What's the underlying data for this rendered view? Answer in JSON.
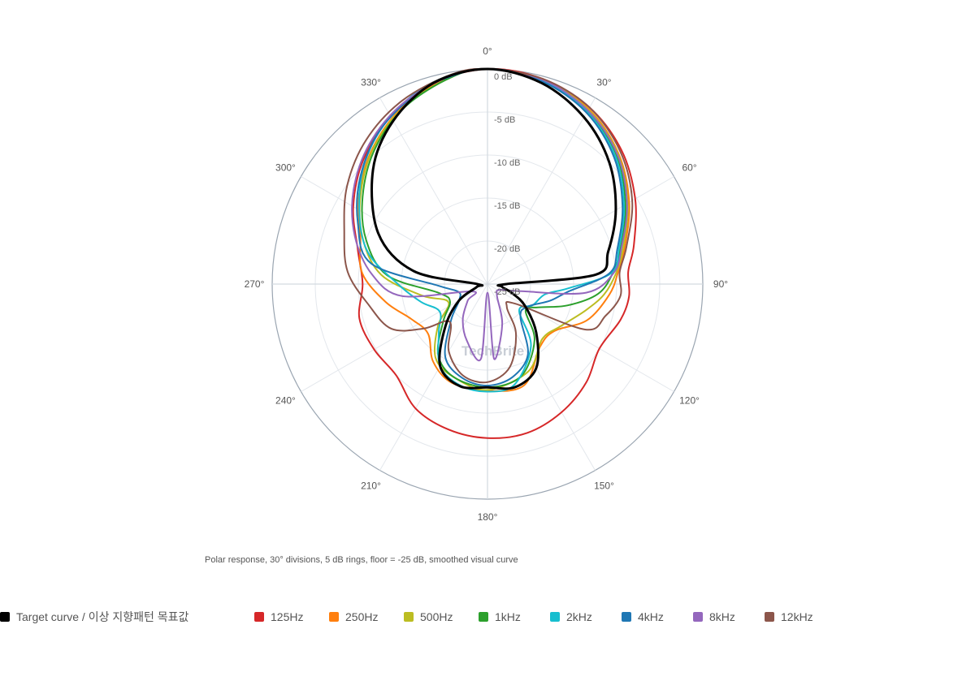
{
  "chart_data": {
    "type": "polar-line",
    "angle_ticks": [
      "0°",
      "30°",
      "60°",
      "90°",
      "120°",
      "150°",
      "180°",
      "210°",
      "240°",
      "270°",
      "300°",
      "330°"
    ],
    "radial_ticks": [
      0,
      -5,
      -10,
      -15,
      -20,
      -25
    ],
    "radial_tick_labels": [
      "0 dB",
      "-5 dB",
      "-10 dB",
      "-15 dB",
      "-20 dB",
      "-25 dB"
    ],
    "rlim": [
      -25,
      0
    ],
    "angle_step": 30,
    "grid": true,
    "note": "Polar response, 30° divisions, 5 dB rings, floor = -25 dB, smoothed visual curve",
    "watermark": "TechBrite",
    "series": [
      {
        "name": "Target curve / 이상 지향패턴 목표값",
        "color": "#000000",
        "points": [
          [
            0,
            0
          ],
          [
            15,
            -0.8
          ],
          [
            30,
            -2.6
          ],
          [
            45,
            -5
          ],
          [
            60,
            -7.8
          ],
          [
            75,
            -10.5
          ],
          [
            85,
            -12.4
          ],
          [
            90,
            -22.8
          ],
          [
            100,
            -23.3
          ],
          [
            110,
            -22
          ],
          [
            120,
            -20
          ],
          [
            135,
            -17
          ],
          [
            150,
            -13.7
          ],
          [
            165,
            -12.6
          ],
          [
            180,
            -13
          ],
          [
            195,
            -12.7
          ],
          [
            210,
            -14
          ],
          [
            225,
            -18.1
          ],
          [
            240,
            -21.2
          ],
          [
            255,
            -23.7
          ],
          [
            270,
            -23.8
          ],
          [
            280,
            -16.3
          ],
          [
            295,
            -11
          ],
          [
            315,
            -6.2
          ],
          [
            330,
            -3.1
          ],
          [
            345,
            -0.8
          ]
        ]
      },
      {
        "name": "125Hz",
        "color": "#d62728",
        "points": [
          [
            0,
            0
          ],
          [
            15,
            -0.3
          ],
          [
            30,
            -1.3
          ],
          [
            45,
            -3
          ],
          [
            60,
            -5.2
          ],
          [
            75,
            -7.4
          ],
          [
            85,
            -8.6
          ],
          [
            95,
            -8.5
          ],
          [
            105,
            -9
          ],
          [
            120,
            -10
          ],
          [
            135,
            -8.8
          ],
          [
            150,
            -7.8
          ],
          [
            165,
            -7.1
          ],
          [
            180,
            -7.1
          ],
          [
            195,
            -7.5
          ],
          [
            210,
            -8.3
          ],
          [
            225,
            -10
          ],
          [
            240,
            -9.8
          ],
          [
            255,
            -9.6
          ],
          [
            270,
            -10.5
          ],
          [
            285,
            -9.4
          ],
          [
            300,
            -7
          ],
          [
            315,
            -4.6
          ],
          [
            330,
            -2.5
          ],
          [
            345,
            -0.8
          ]
        ]
      },
      {
        "name": "250Hz",
        "color": "#ff7f0e",
        "points": [
          [
            0,
            0
          ],
          [
            15,
            -0.4
          ],
          [
            30,
            -1.5
          ],
          [
            45,
            -3.5
          ],
          [
            60,
            -6
          ],
          [
            75,
            -8.5
          ],
          [
            85,
            -9.8
          ],
          [
            95,
            -10.8
          ],
          [
            110,
            -12.7
          ],
          [
            125,
            -15.5
          ],
          [
            140,
            -15.5
          ],
          [
            160,
            -12.5
          ],
          [
            180,
            -12.6
          ],
          [
            200,
            -12.8
          ],
          [
            215,
            -14
          ],
          [
            230,
            -16
          ],
          [
            245,
            -15.3
          ],
          [
            260,
            -13
          ],
          [
            275,
            -10.4
          ],
          [
            290,
            -9.3
          ],
          [
            305,
            -6.8
          ],
          [
            320,
            -4.3
          ],
          [
            335,
            -2.1
          ],
          [
            350,
            -0.5
          ]
        ]
      },
      {
        "name": "500Hz",
        "color": "#bcbd22",
        "points": [
          [
            0,
            0
          ],
          [
            15,
            -0.4
          ],
          [
            30,
            -1.6
          ],
          [
            45,
            -3.6
          ],
          [
            60,
            -6.2
          ],
          [
            75,
            -8.7
          ],
          [
            85,
            -10
          ],
          [
            95,
            -11.4
          ],
          [
            105,
            -13.2
          ],
          [
            120,
            -15.2
          ],
          [
            135,
            -16
          ],
          [
            155,
            -13.8
          ],
          [
            180,
            -12.7
          ],
          [
            200,
            -13.5
          ],
          [
            215,
            -14.5
          ],
          [
            230,
            -17.5
          ],
          [
            245,
            -20
          ],
          [
            260,
            -17.3
          ],
          [
            275,
            -12.6
          ],
          [
            290,
            -9.6
          ],
          [
            305,
            -7
          ],
          [
            320,
            -4.4
          ],
          [
            335,
            -2.2
          ],
          [
            350,
            -0.6
          ]
        ]
      },
      {
        "name": "1kHz",
        "color": "#2ca02c",
        "points": [
          [
            0,
            0
          ],
          [
            15,
            -0.5
          ],
          [
            30,
            -1.8
          ],
          [
            45,
            -3.8
          ],
          [
            60,
            -6.5
          ],
          [
            75,
            -9
          ],
          [
            85,
            -10.4
          ],
          [
            95,
            -12.1
          ],
          [
            105,
            -15.4
          ],
          [
            115,
            -18.6
          ],
          [
            125,
            -19.6
          ],
          [
            140,
            -16.5
          ],
          [
            160,
            -13.6
          ],
          [
            180,
            -13
          ],
          [
            200,
            -13.5
          ],
          [
            215,
            -15
          ],
          [
            230,
            -18.3
          ],
          [
            245,
            -20.2
          ],
          [
            260,
            -19.2
          ],
          [
            275,
            -13.3
          ],
          [
            290,
            -10
          ],
          [
            305,
            -7.3
          ],
          [
            320,
            -4.6
          ],
          [
            335,
            -2.3
          ],
          [
            350,
            -0.6
          ]
        ]
      },
      {
        "name": "2kHz",
        "color": "#17becf",
        "points": [
          [
            0,
            0
          ],
          [
            15,
            -0.5
          ],
          [
            30,
            -1.9
          ],
          [
            45,
            -4
          ],
          [
            60,
            -6.7
          ],
          [
            75,
            -9.2
          ],
          [
            85,
            -10.6
          ],
          [
            93,
            -15.6
          ],
          [
            100,
            -18.2
          ],
          [
            115,
            -19.2
          ],
          [
            130,
            -20.2
          ],
          [
            145,
            -16.2
          ],
          [
            165,
            -12.9
          ],
          [
            180,
            -12.5
          ],
          [
            195,
            -12.8
          ],
          [
            210,
            -14
          ],
          [
            225,
            -17
          ],
          [
            240,
            -18.6
          ],
          [
            255,
            -17
          ],
          [
            270,
            -14.6
          ],
          [
            285,
            -10.6
          ],
          [
            300,
            -7.8
          ],
          [
            315,
            -4.9
          ],
          [
            330,
            -2.5
          ],
          [
            345,
            -0.7
          ]
        ]
      },
      {
        "name": "4kHz",
        "color": "#1f77b4",
        "points": [
          [
            0,
            0
          ],
          [
            15,
            -0.6
          ],
          [
            30,
            -2
          ],
          [
            45,
            -4.2
          ],
          [
            60,
            -6.9
          ],
          [
            75,
            -9.4
          ],
          [
            85,
            -10.8
          ],
          [
            95,
            -15.5
          ],
          [
            105,
            -17.5
          ],
          [
            120,
            -19.7
          ],
          [
            135,
            -19.6
          ],
          [
            150,
            -15.6
          ],
          [
            165,
            -13.8
          ],
          [
            180,
            -13.2
          ],
          [
            195,
            -13.7
          ],
          [
            210,
            -15.2
          ],
          [
            225,
            -19
          ],
          [
            240,
            -21.2
          ],
          [
            255,
            -21.5
          ],
          [
            268,
            -19.3
          ],
          [
            280,
            -11.3
          ],
          [
            295,
            -8.4
          ],
          [
            310,
            -5.7
          ],
          [
            325,
            -3.2
          ],
          [
            340,
            -1.3
          ],
          [
            350,
            -0.5
          ]
        ]
      },
      {
        "name": "8kHz",
        "color": "#9467bd",
        "points": [
          [
            0,
            0
          ],
          [
            15,
            -0.4
          ],
          [
            30,
            -1.7
          ],
          [
            45,
            -3.7
          ],
          [
            60,
            -6.3
          ],
          [
            75,
            -8.9
          ],
          [
            85,
            -10.3
          ],
          [
            95,
            -13.5
          ],
          [
            102,
            -21
          ],
          [
            115,
            -23.4
          ],
          [
            140,
            -23.3
          ],
          [
            160,
            -20
          ],
          [
            175,
            -16.3
          ],
          [
            180,
            -24
          ],
          [
            185,
            -16.3
          ],
          [
            200,
            -18
          ],
          [
            215,
            -20
          ],
          [
            230,
            -22
          ],
          [
            245,
            -23
          ],
          [
            262,
            -15
          ],
          [
            275,
            -11.5
          ],
          [
            290,
            -8.6
          ],
          [
            305,
            -6
          ],
          [
            320,
            -3.7
          ],
          [
            335,
            -1.8
          ],
          [
            350,
            -0.4
          ]
        ]
      },
      {
        "name": "12kHz",
        "color": "#8c564b",
        "points": [
          [
            0,
            0
          ],
          [
            15,
            -0.3
          ],
          [
            30,
            -1.3
          ],
          [
            45,
            -3.2
          ],
          [
            60,
            -5.6
          ],
          [
            75,
            -8.3
          ],
          [
            85,
            -9.6
          ],
          [
            95,
            -9.5
          ],
          [
            105,
            -10.8
          ],
          [
            115,
            -12.5
          ],
          [
            125,
            -21
          ],
          [
            140,
            -21.5
          ],
          [
            150,
            -18.4
          ],
          [
            165,
            -15
          ],
          [
            180,
            -13.6
          ],
          [
            195,
            -14
          ],
          [
            210,
            -16
          ],
          [
            225,
            -18.8
          ],
          [
            235,
            -16
          ],
          [
            245,
            -12.7
          ],
          [
            260,
            -11
          ],
          [
            275,
            -8.7
          ],
          [
            290,
            -7.3
          ],
          [
            305,
            -5.1
          ],
          [
            320,
            -3.1
          ],
          [
            335,
            -1.5
          ],
          [
            350,
            -0.3
          ]
        ]
      }
    ]
  }
}
